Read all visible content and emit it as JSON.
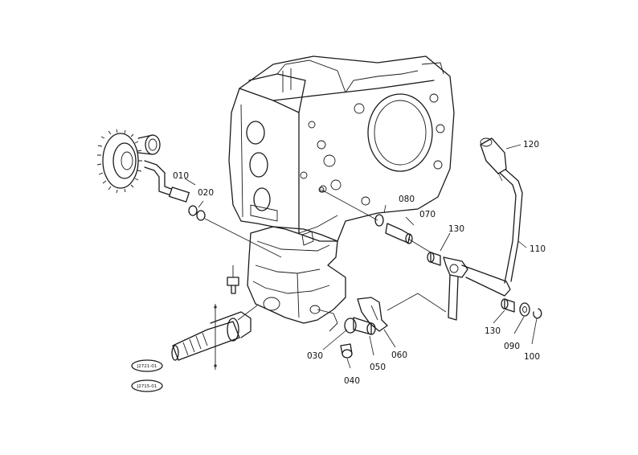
{
  "part_labels": [
    {
      "id": "010",
      "text": "010"
    },
    {
      "id": "020",
      "text": "020"
    },
    {
      "id": "030",
      "text": "030"
    },
    {
      "id": "040",
      "text": "040"
    },
    {
      "id": "050",
      "text": "050"
    },
    {
      "id": "060",
      "text": "060"
    },
    {
      "id": "070",
      "text": "070"
    },
    {
      "id": "080",
      "text": "080"
    },
    {
      "id": "090",
      "text": "090"
    },
    {
      "id": "100",
      "text": "100"
    },
    {
      "id": "110",
      "text": "110"
    },
    {
      "id": "120",
      "text": "120"
    },
    {
      "id": "130a",
      "text": "130"
    },
    {
      "id": "130b",
      "text": "130"
    }
  ],
  "ref_codes": [
    {
      "id": "ref1",
      "text": "J2721-01"
    },
    {
      "id": "ref2",
      "text": "J2715-01"
    }
  ]
}
